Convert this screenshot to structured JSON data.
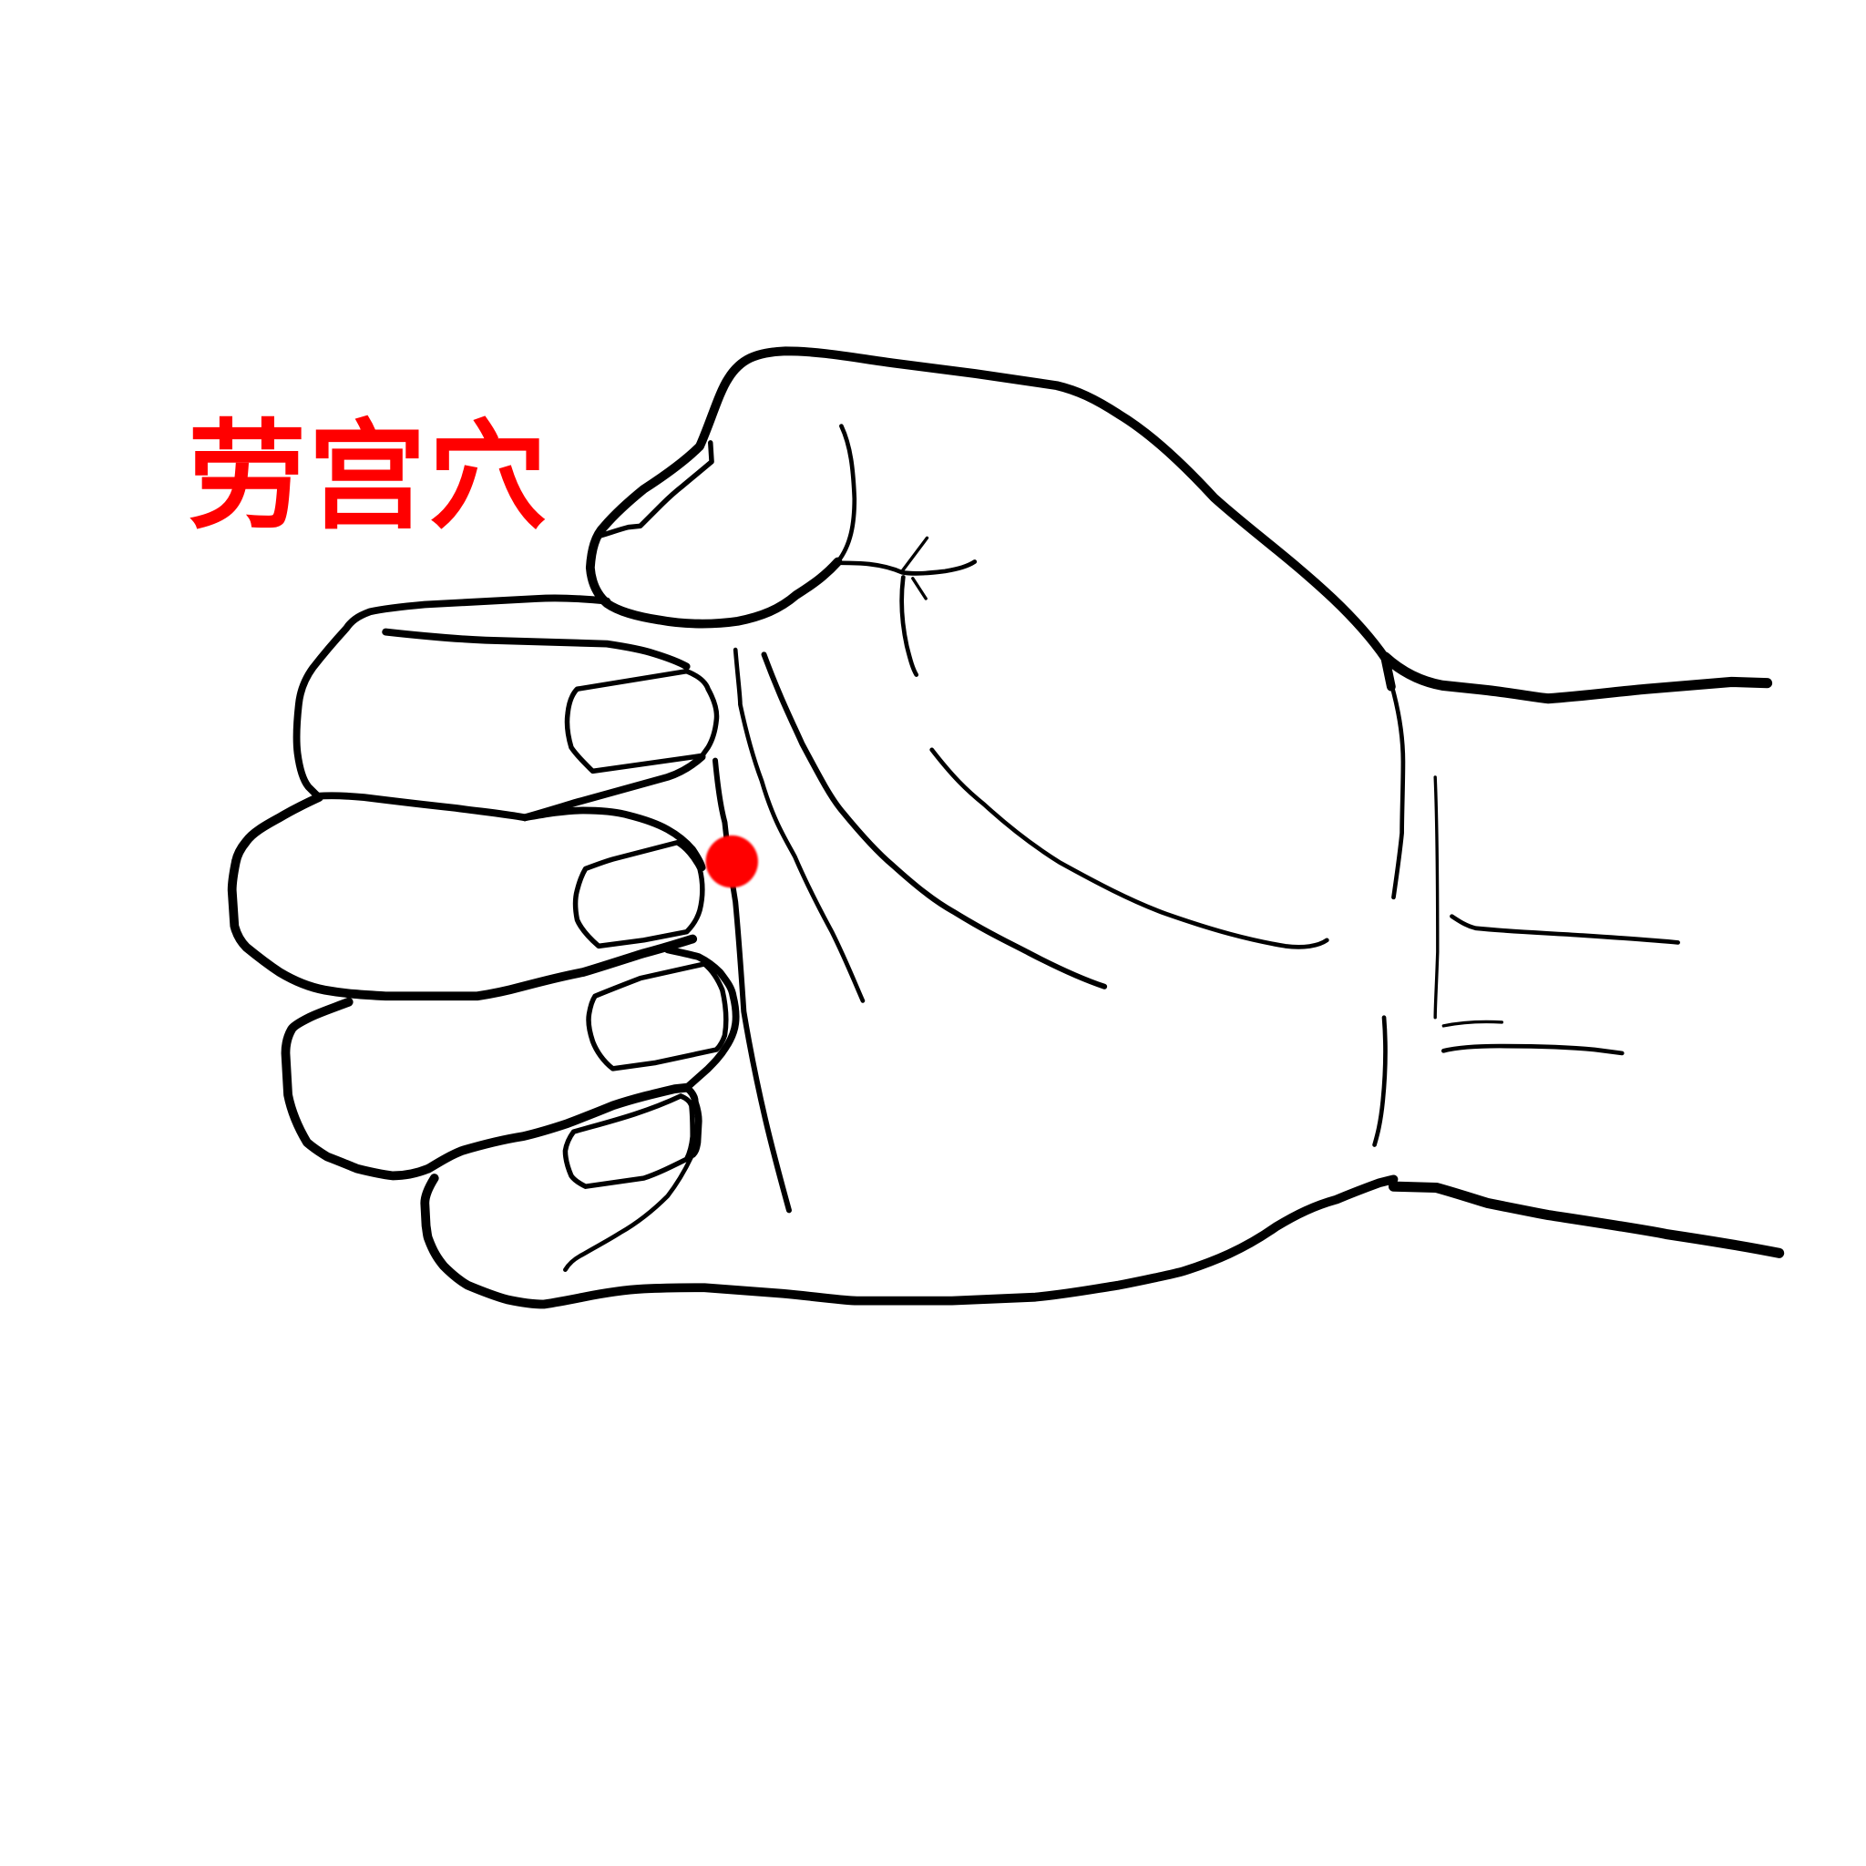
{
  "label": {
    "text": "劳宫穴",
    "color": "#FF0000"
  },
  "marker": {
    "name": "劳宫穴",
    "shape": "dot",
    "color": "#FF0000"
  },
  "figure": {
    "icon": "clenched-fist-palm-view-icon",
    "line_color": "#000000",
    "background": "#FFFFFF"
  }
}
